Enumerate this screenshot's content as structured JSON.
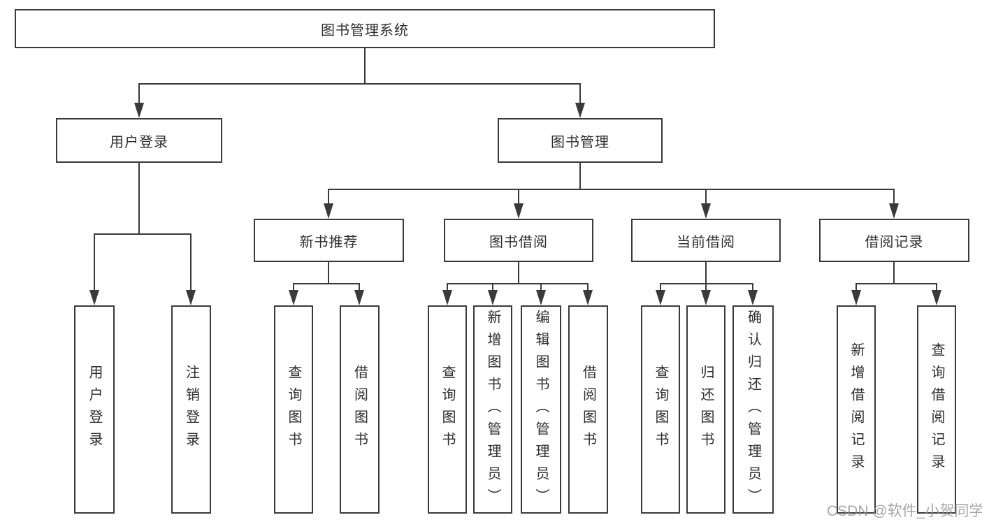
{
  "diagram": {
    "root": "图书管理系统",
    "level2": {
      "user_login": "用户登录",
      "book_mgmt": "图书管理"
    },
    "level3": {
      "new_book_rec": "新书推荐",
      "book_borrowing": "图书借阅",
      "current_borrowing": "当前借阅",
      "borrowing_records": "借阅记录"
    },
    "user_login_children": [
      "用户登录",
      "注销登录"
    ],
    "new_book_rec_children": [
      "查询图书",
      "借阅图书"
    ],
    "book_borrowing_children": [
      "查询图书",
      "新增图书（管理员）",
      "编辑图书（管理员）",
      "借阅图书"
    ],
    "current_borrowing_children": [
      "查询图书",
      "归还图书",
      "确认归还（管理员）"
    ],
    "borrowing_records_children": [
      "新增借阅记录",
      "查询借阅记录"
    ]
  },
  "watermark": {
    "text": "CSDN @软件_小贺同学"
  },
  "colors": {
    "line": "#3a3a3a",
    "text": "#2d2d2d",
    "background": "#ffffff",
    "watermark": "#949494"
  }
}
